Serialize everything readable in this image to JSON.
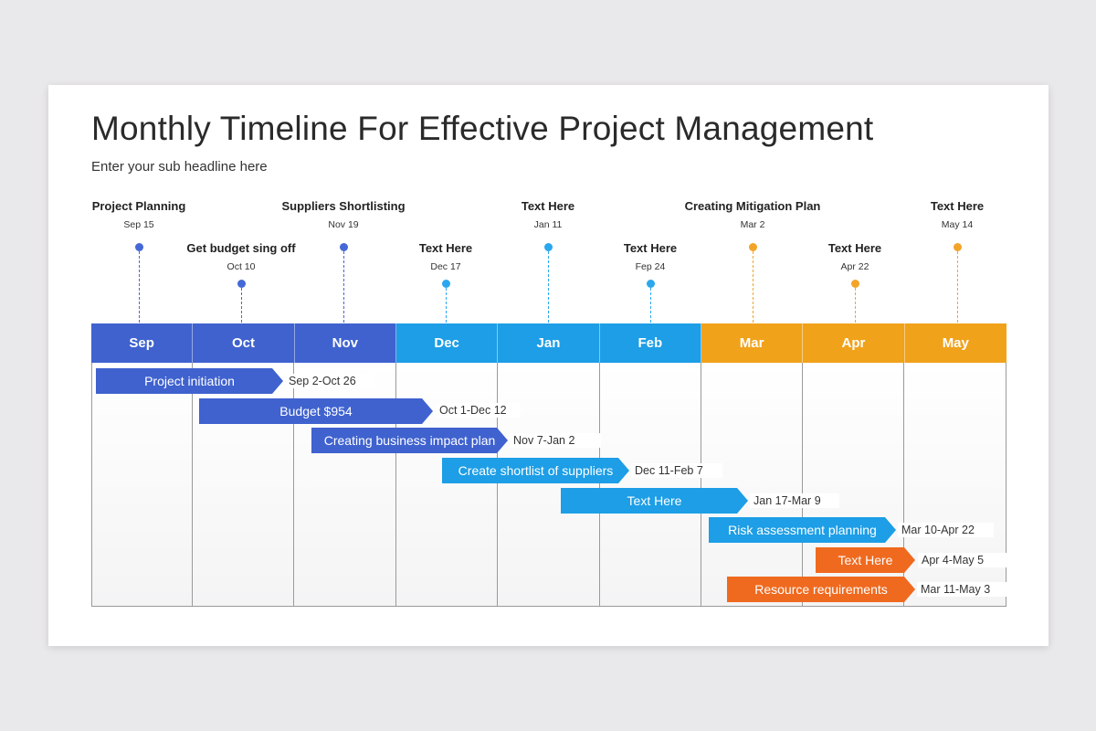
{
  "title": "Monthly Timeline For Effective Project Management",
  "subtitle": "Enter your sub headline here",
  "colors": {
    "blue_dark": "#3f62cf",
    "blue_mid": "#1d9ee6",
    "orange_band": "#f0a21b",
    "orange_task": "#ef6a1f",
    "dot_blue_dark": "#4469d6",
    "dot_blue": "#2aa7ee",
    "dot_orange": "#f2a428"
  },
  "months": [
    {
      "label": "Sep",
      "color": "#3f62cf"
    },
    {
      "label": "Oct",
      "color": "#3f62cf"
    },
    {
      "label": "Nov",
      "color": "#3f62cf"
    },
    {
      "label": "Dec",
      "color": "#1d9ee6"
    },
    {
      "label": "Jan",
      "color": "#1d9ee6"
    },
    {
      "label": "Feb",
      "color": "#1d9ee6"
    },
    {
      "label": "Mar",
      "color": "#f0a21b"
    },
    {
      "label": "Apr",
      "color": "#f0a21b"
    },
    {
      "label": "May",
      "color": "#f0a21b"
    }
  ],
  "milestones": [
    {
      "label": "Project Planning",
      "date": "Sep 15",
      "color": "#4469d6"
    },
    {
      "label": "Get budget sing off",
      "date": "Oct 10",
      "color": "#4469d6"
    },
    {
      "label": "Suppliers Shortlisting",
      "date": "Nov 19",
      "color": "#4469d6"
    },
    {
      "label": "Text Here",
      "date": "Dec 17",
      "color": "#2aa7ee"
    },
    {
      "label": "Text Here",
      "date": "Jan 11",
      "color": "#2aa7ee"
    },
    {
      "label": "Text Here",
      "date": "Fep 24",
      "color": "#2aa7ee"
    },
    {
      "label": "Creating Mitigation Plan",
      "date": "Mar 2",
      "color": "#f2a428"
    },
    {
      "label": "Text Here",
      "date": "Apr 22",
      "color": "#f2a428"
    },
    {
      "label": "Text Here",
      "date": "May 14",
      "color": "#f2a428"
    }
  ],
  "tasks": [
    {
      "label": "Project initiation",
      "range": "Sep 2-Oct 26",
      "color": "#3f62cf"
    },
    {
      "label": "Budget $954",
      "range": "Oct 1-Dec 12",
      "color": "#3f62cf"
    },
    {
      "label": "Creating business impact plan",
      "range": "Nov 7-Jan 2",
      "color": "#3f62cf"
    },
    {
      "label": "Create shortlist of suppliers",
      "range": "Dec 11-Feb 7",
      "color": "#1d9ee6"
    },
    {
      "label": "Text Here",
      "range": "Jan 17-Mar 9",
      "color": "#1d9ee6"
    },
    {
      "label": "Risk assessment  planning",
      "range": "Mar 10-Apr 22",
      "color": "#1d9ee6"
    },
    {
      "label": "Text Here",
      "range": "Apr 4-May 5",
      "color": "#ef6a1f"
    },
    {
      "label": "Resource  requirements",
      "range": "Mar 11-May 3",
      "color": "#ef6a1f"
    }
  ]
}
